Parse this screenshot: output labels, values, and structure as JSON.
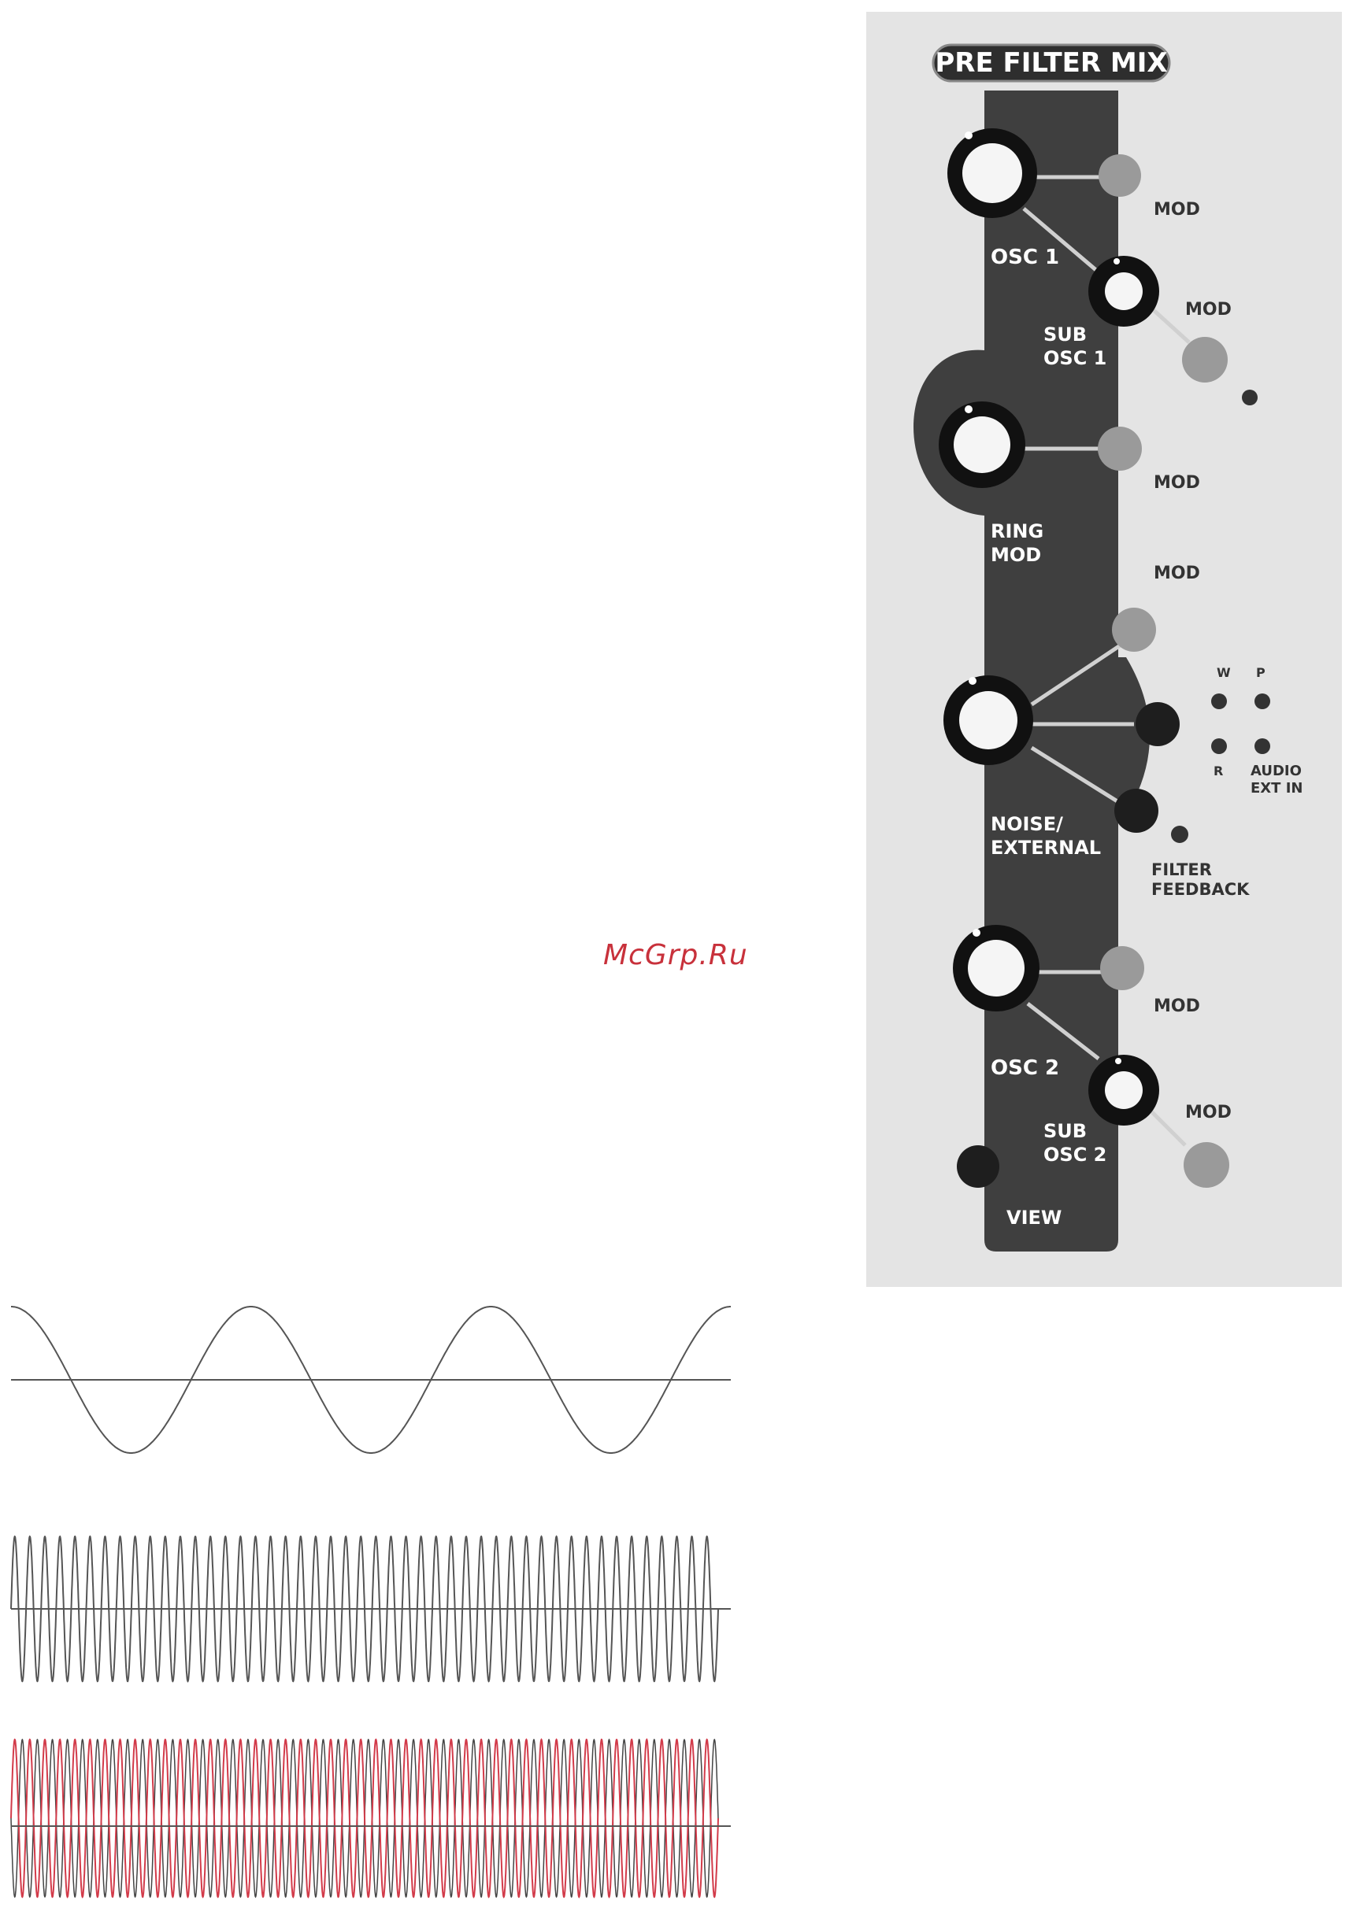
{
  "watermark": "McGrp.Ru",
  "panel": {
    "title": "PRE FILTER MIX",
    "channels": {
      "osc1": {
        "label": "OSC 1",
        "mod_label": "MOD"
      },
      "sub_osc1": {
        "label_line1": "SUB",
        "label_line2": "OSC 1",
        "mod_label": "MOD"
      },
      "ring_mod": {
        "label_line1": "RING",
        "label_line2": "MOD",
        "mod_label": "MOD"
      },
      "noise_external": {
        "label_line1": "NOISE/",
        "label_line2": "EXTERNAL",
        "mod_label": "MOD",
        "leds": {
          "w": "W",
          "p": "P",
          "r": "R",
          "audio_ext_in_line1": "AUDIO",
          "audio_ext_in_line2": "EXT IN"
        }
      },
      "filter_feedback": {
        "label_line1": "FILTER",
        "label_line2": "FEEDBACK"
      },
      "osc2": {
        "label": "OSC 2",
        "mod_label": "MOD"
      },
      "sub_osc2": {
        "label_line1": "SUB",
        "label_line2": "OSC 2",
        "mod_label": "MOD"
      }
    },
    "view_label": "VIEW"
  },
  "waveforms": [
    {
      "name": "low-frequency-sine",
      "cycles": 3,
      "color": "#555555"
    },
    {
      "name": "high-frequency-sine",
      "cycles": 47,
      "color": "#555555"
    },
    {
      "name": "ring-mod-result",
      "cycles": 47,
      "color": "#d23b4a",
      "overlay_color": "#444444"
    }
  ],
  "colors": {
    "panel_bg": "#e4e4e4",
    "strip": "#3f3f3f",
    "knob": "#111111",
    "button": "#9a9a9a"
  }
}
